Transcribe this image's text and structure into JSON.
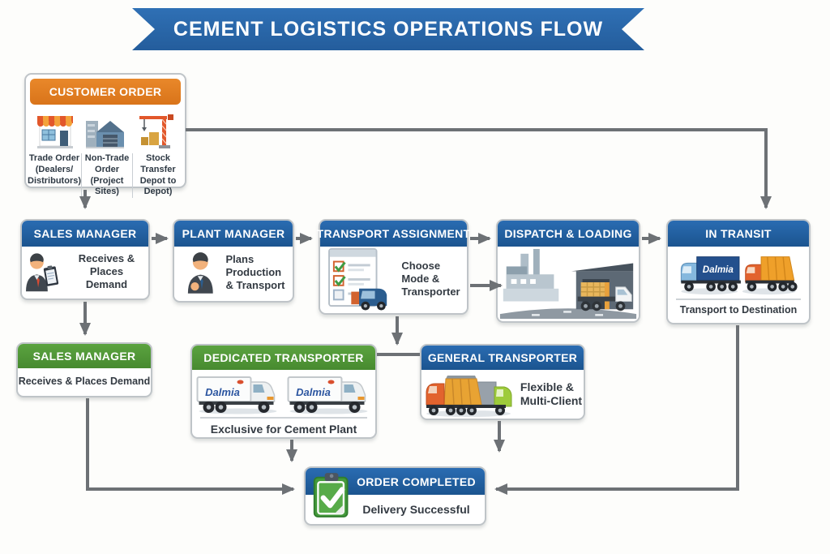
{
  "banner": {
    "title": "CEMENT LOGISTICS OPERATIONS FLOW"
  },
  "colors": {
    "ribbon_blue": "#2b6aad",
    "header_blue": "#1f5c9f",
    "header_orange": "#e07d1f",
    "header_green": "#55993a",
    "arrow_gray": "#6d7175",
    "body_text": "#333a42",
    "dalmia_brand_blue": "#2b55a0"
  },
  "nodes": {
    "customer_order": {
      "label": "CUSTOMER ORDER",
      "items": [
        {
          "icon": "storefront-icon",
          "label": "Trade Order\n(Dealers/\nDistributors)"
        },
        {
          "icon": "warehouse-icon",
          "label": "Non-Trade\nOrder\n(Project Sites)"
        },
        {
          "icon": "crane-icon",
          "label": "Stock Transfer\nDepot to\nDepot)"
        }
      ]
    },
    "sales_manager_trade": {
      "label": "SALES MANAGER",
      "body": "Receives & Places\nDemand",
      "icon": "salesperson-clipboard-icon"
    },
    "plant_manager": {
      "label": "PLANT MANAGER",
      "body": "Plans\nProduction\n& Transport",
      "icon": "plant-manager-icon"
    },
    "transport_assignment": {
      "label": "TRANSPORT ASSIGNMENT",
      "body": "Choose\nMode &\nTransporter",
      "icon": "checklist-truck-icon"
    },
    "dispatch_loading": {
      "label": "DISPATCH & LOADING",
      "icon": "loading-dock-scene"
    },
    "in_transit": {
      "label": "IN TRANSIT",
      "body": "Transport to Destination",
      "truck_brand": "Dalmia",
      "icon": "two-trucks-icon"
    },
    "sales_manager_nontrade": {
      "label": "SALES MANAGER",
      "body": "Receives & Places Demand"
    },
    "dedicated_transporter": {
      "label": "DEDICATED TRANSPORTER",
      "body": "Exclusive for Cement Plant",
      "truck_brand": "Dalmia",
      "icon": "dalmia-trucks-icon"
    },
    "general_transporter": {
      "label": "GENERAL TRANSPORTER",
      "body": "Flexible &\nMulti-Client",
      "icon": "mixed-trucks-icon"
    },
    "order_completed": {
      "label": "ORDER COMPLETED",
      "body": "Delivery Successful",
      "icon": "clipboard-check-icon"
    }
  }
}
